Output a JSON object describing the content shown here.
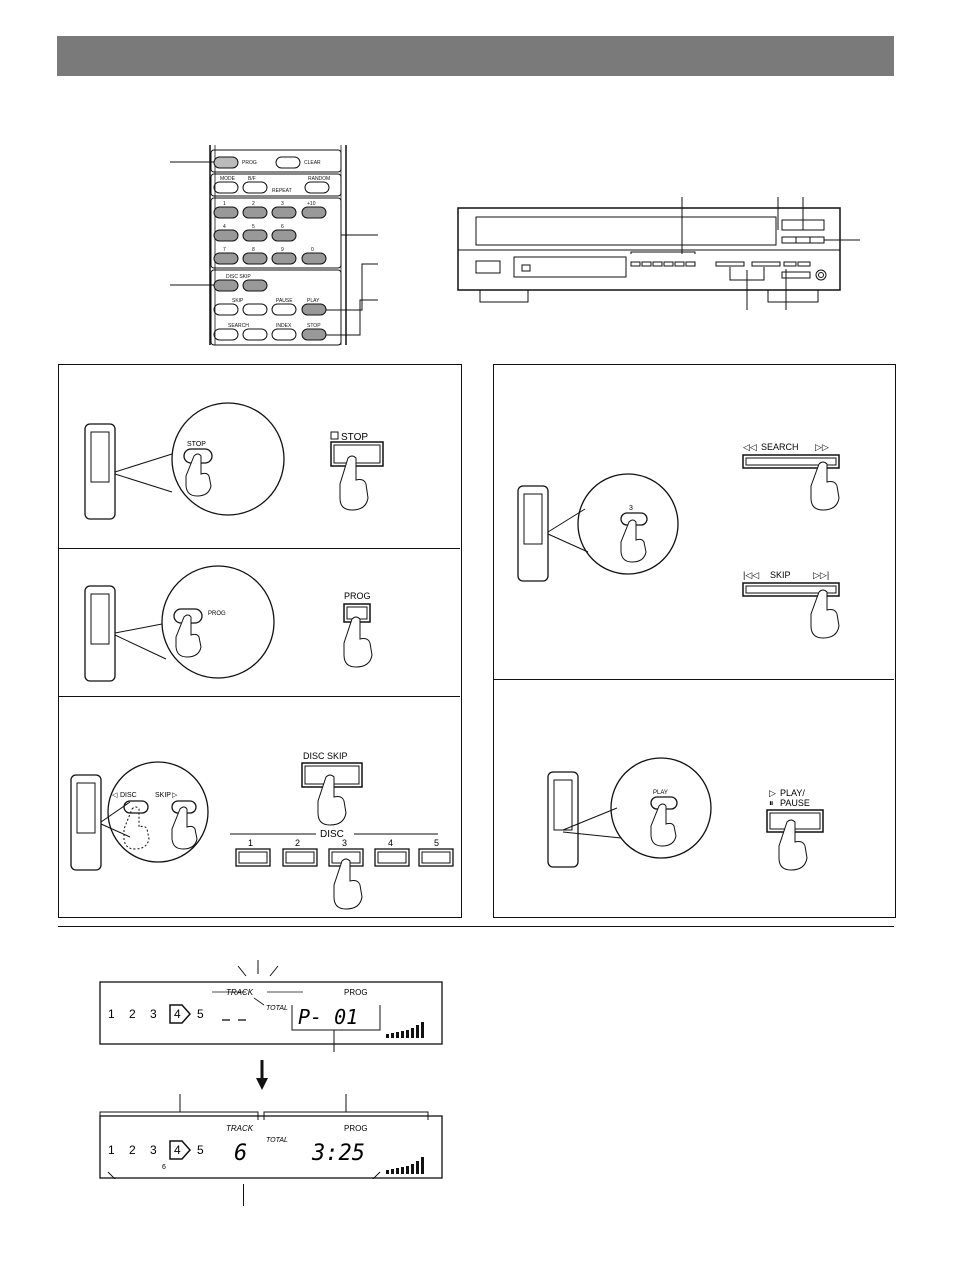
{
  "remote": {
    "buttons": {
      "prog": "PROG",
      "clear": "CLEAR",
      "mode": "MODE",
      "bf": "B/F",
      "repeat": "REPEAT",
      "random": "RANDOM",
      "n1": "1",
      "n2": "2",
      "n3": "3",
      "plus10": "+10",
      "n4": "4",
      "n5": "5",
      "n6": "6",
      "n7": "7",
      "n8": "8",
      "n9": "9",
      "n0": "0",
      "disc_skip": "DISC SKIP",
      "skip": "SKIP",
      "pause": "PAUSE",
      "play": "PLAY",
      "search": "SEARCH",
      "index": "INDEX",
      "stop": "STOP"
    }
  },
  "steps": {
    "stop": {
      "remote_label": "STOP",
      "unit_label": "STOP"
    },
    "prog": {
      "remote_label": "PROG",
      "unit_label": "PROG"
    },
    "disc": {
      "remote_left": "DISC",
      "remote_right": "SKIP",
      "unit_label": "DISC SKIP",
      "disc_heading": "DISC",
      "disc_numbers": [
        "1",
        "2",
        "3",
        "4",
        "5"
      ]
    },
    "track": {
      "remote_label": "3",
      "search_label": "SEARCH",
      "skip_label": "SKIP"
    },
    "play": {
      "remote_label": "PLAY",
      "unit_line1": "PLAY/",
      "unit_line2": "PAUSE"
    }
  },
  "display1": {
    "discs": [
      "1",
      "2",
      "3",
      "4",
      "5"
    ],
    "track_label": "TRACK",
    "total_label": "TOTAL",
    "prog_label": "PROG",
    "readout": "P- 01"
  },
  "display2": {
    "discs": [
      "1",
      "2",
      "3",
      "4",
      "5"
    ],
    "track_label": "TRACK",
    "total_label": "TOTAL",
    "prog_label": "PROG",
    "track_value": "6",
    "time_value": "3:25",
    "sub_value": "6"
  }
}
